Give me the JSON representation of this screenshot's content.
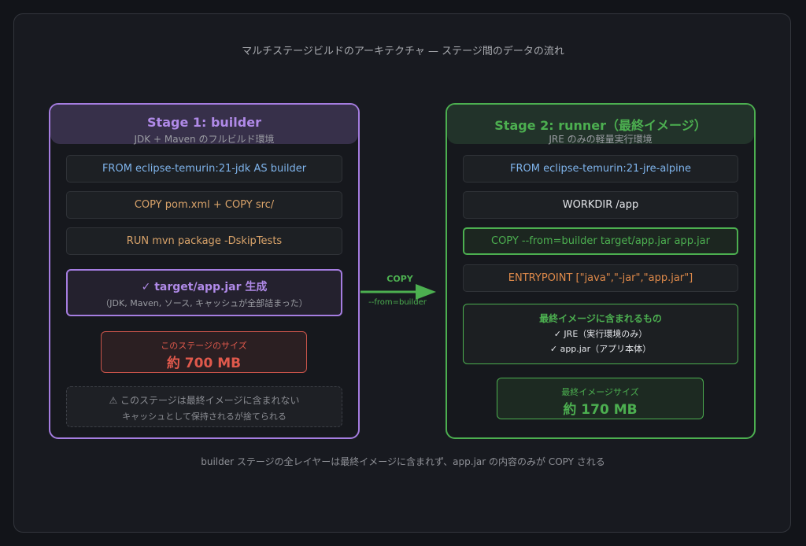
{
  "title": "マルチステージビルドのアーキテクチャ — ステージ間のデータの流れ",
  "stage1": {
    "title": "Stage 1: builder",
    "subtitle": "JDK + Maven のフルビルド環境",
    "rows": [
      "FROM eclipse-temurin:21-jdk AS builder",
      "COPY pom.xml + COPY src/",
      "RUN mvn package -DskipTests"
    ],
    "artifact_title": "✓ target/app.jar 生成",
    "artifact_note": "（JDK, Maven, ソース, キャッシュが全部詰まった）",
    "size_label": "このステージのサイズ",
    "size_value": "約 700 MB",
    "warning_line1": "⚠ このステージは最終イメージに含まれない",
    "warning_line2": "キャッシュとして保持されるが捨てられる"
  },
  "arrow": {
    "label": "COPY",
    "sublabel": "--from=builder"
  },
  "stage2": {
    "title": "Stage 2: runner（最終イメージ）",
    "subtitle": "JRE のみの軽量実行環境",
    "rows": [
      "FROM eclipse-temurin:21-jre-alpine",
      "WORKDIR /app",
      "COPY --from=builder target/app.jar app.jar",
      "ENTRYPOINT [\"java\",\"-jar\",\"app.jar\"]"
    ],
    "contents_title": "最終イメージに含まれるもの",
    "contents": [
      "✓ JRE（実行環境のみ）",
      "✓ app.jar（アプリ本体）"
    ],
    "size_label": "最終イメージサイズ",
    "size_value": "約 170 MB"
  },
  "footer": "builder ステージの全レイヤーは最終イメージに含まれず、app.jar の内容のみが COPY される",
  "colors": {
    "purple": "#a57de0",
    "green": "#4caf50",
    "red": "#e0594c",
    "blue": "#7fb4ec",
    "orange": "#d9a36a"
  }
}
